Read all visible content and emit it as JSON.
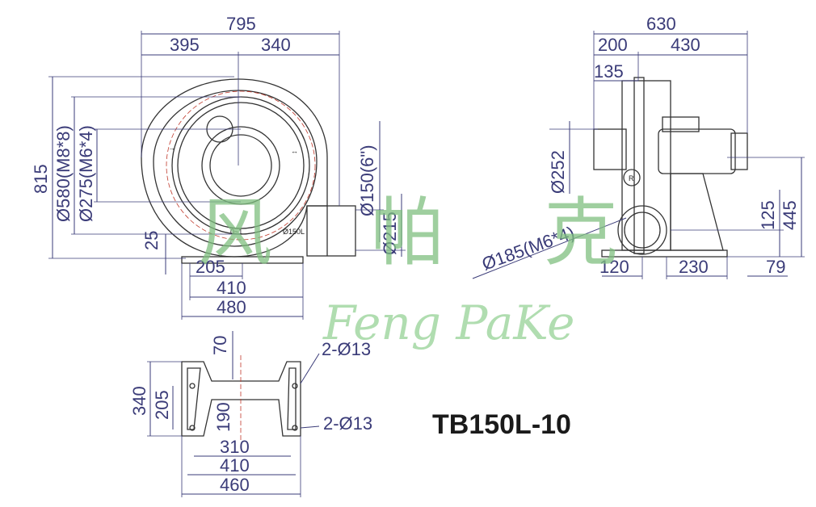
{
  "model": "TB150L-10",
  "watermark": {
    "cn": "风帕克",
    "en": "Feng PaKe"
  },
  "front_view": {
    "dims_top": {
      "overall": "795",
      "left": "395",
      "right": "340"
    },
    "dims_left": {
      "height": "815",
      "flange_outer": "Ø580(M8*8)",
      "flange_inner": "Ø275(M6*4)",
      "foot": "25"
    },
    "dims_outlet": {
      "outlet": "Ø150(6\")",
      "outlet_flange": "Ø215"
    },
    "dims_bottom": {
      "d1": "205",
      "d2": "410",
      "d3": "480"
    },
    "label_plate": "Ø150L",
    "label_plate_sub": "0~1"
  },
  "side_view": {
    "dims_top": {
      "overall": "630",
      "left": "200",
      "right": "430",
      "inlet": "135"
    },
    "dims_left": {
      "d252": "Ø252",
      "flange": "Ø185(M6*4)"
    },
    "dims_right": {
      "d125": "125",
      "d445": "445"
    },
    "dims_bottom": {
      "d120": "120",
      "d230": "230",
      "d79": "79"
    },
    "reg": "R"
  },
  "base_view": {
    "d70": "70",
    "hole_top": "2-Ø13",
    "hole_bottom": "2-Ø13",
    "d340": "340",
    "d205": "205",
    "d190": "190",
    "d310": "310",
    "d410": "410",
    "d460": "460"
  }
}
